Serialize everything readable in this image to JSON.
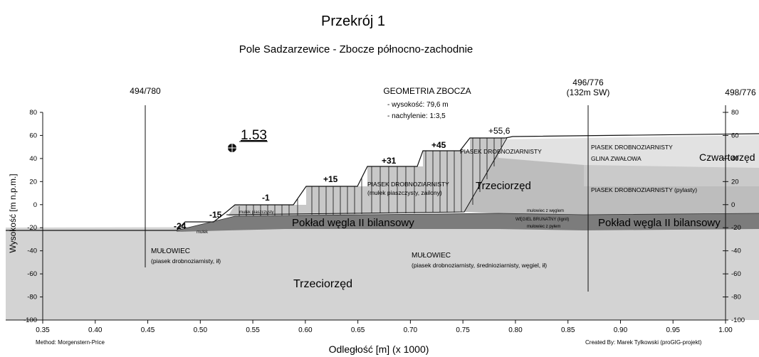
{
  "title": "Przekrój 1",
  "subtitle": "Pole Sadzarzewice - Zbocze północno-zachodnie",
  "axes": {
    "ylabel": "Wysokość [m n.p.m.]",
    "xlabel": "Odległość [m] (x 1000)",
    "x_ticks": [
      "0.35",
      "0.40",
      "0.45",
      "0.50",
      "0.55",
      "0.60",
      "0.65",
      "0.70",
      "0.75",
      "0.80",
      "0.85",
      "0.90",
      "0.95",
      "1.00"
    ],
    "y_ticks": [
      "80",
      "60",
      "40",
      "20",
      "0",
      "-20",
      "-40",
      "-60",
      "-80",
      "-100"
    ],
    "right_ticks": [
      "80",
      "60",
      "40",
      "20",
      "0",
      "-20",
      "-40",
      "-60",
      "-80",
      "-100"
    ],
    "x_range": [
      0.35,
      1.0
    ],
    "y_range": [
      -100,
      80
    ]
  },
  "boreholes": {
    "left": "494/780",
    "middle_1": "496/776",
    "middle_2": "(132m SW)",
    "right": "498/776"
  },
  "geometry": {
    "heading": "GEOMETRIA ZBOCZA",
    "height": "- wysokość: 79,6 m",
    "slope": "- nachylenie: 1:3,5"
  },
  "safety_factor": "1.53",
  "bench_levels": [
    "-24",
    "-15",
    "-1",
    "+15",
    "+31",
    "+45",
    "+55,6"
  ],
  "layers": {
    "piasek_1": "PIASEK DROBNOZIARNISTY",
    "glina": "GLINA ZWAŁOWA",
    "czwartorzed": "Czwartorzęd",
    "piasek_2": "PIASEK DROBNOZIARNISTY (pylasty)",
    "trzeciorzed_upper": "Trzeciorzęd",
    "piasek_bench_1": "PIASEK DROBNOZIARNISTY",
    "piasek_bench_2": "(mułek piaszczysty, zailony)",
    "piasek_top": "PIASEK DROBNOZIARNISTY",
    "seam_left": "Pokład węgla II bilansowy",
    "seam_right": "Pokład węgla II bilansowy",
    "mulowiec_z_wegla": "mułowiec z węglem",
    "wegiel": "WĘGIEL BRUNATNY (lignit)",
    "mulowiec_pyl": "mułowiec z pyłem",
    "mulek_small": "mułek",
    "mulek_piaszcz": "mułek piaszczysty",
    "mulowiec_left_1": "MUŁOWIEC",
    "mulowiec_left_2": "(piasek drobnoziarnisty, ił)",
    "mulowiec_mid_1": "MUŁOWIEC",
    "mulowiec_mid_2": "(piasek drobnoziarnisty, średnioziarnisty, węgiel, ił)",
    "trzeciorzed_lower": "Trzeciorzęd"
  },
  "footer": {
    "method": "Method: Morgenstern-Price",
    "credit": "Created By: Marek Tylkowski (proGIG-projekt)"
  },
  "colors": {
    "lower": "#d3d3d3",
    "coal": "#7c7c7c",
    "upper": "#bdbdbd",
    "quaternary": "#e2e2e2",
    "line": "#111111"
  }
}
